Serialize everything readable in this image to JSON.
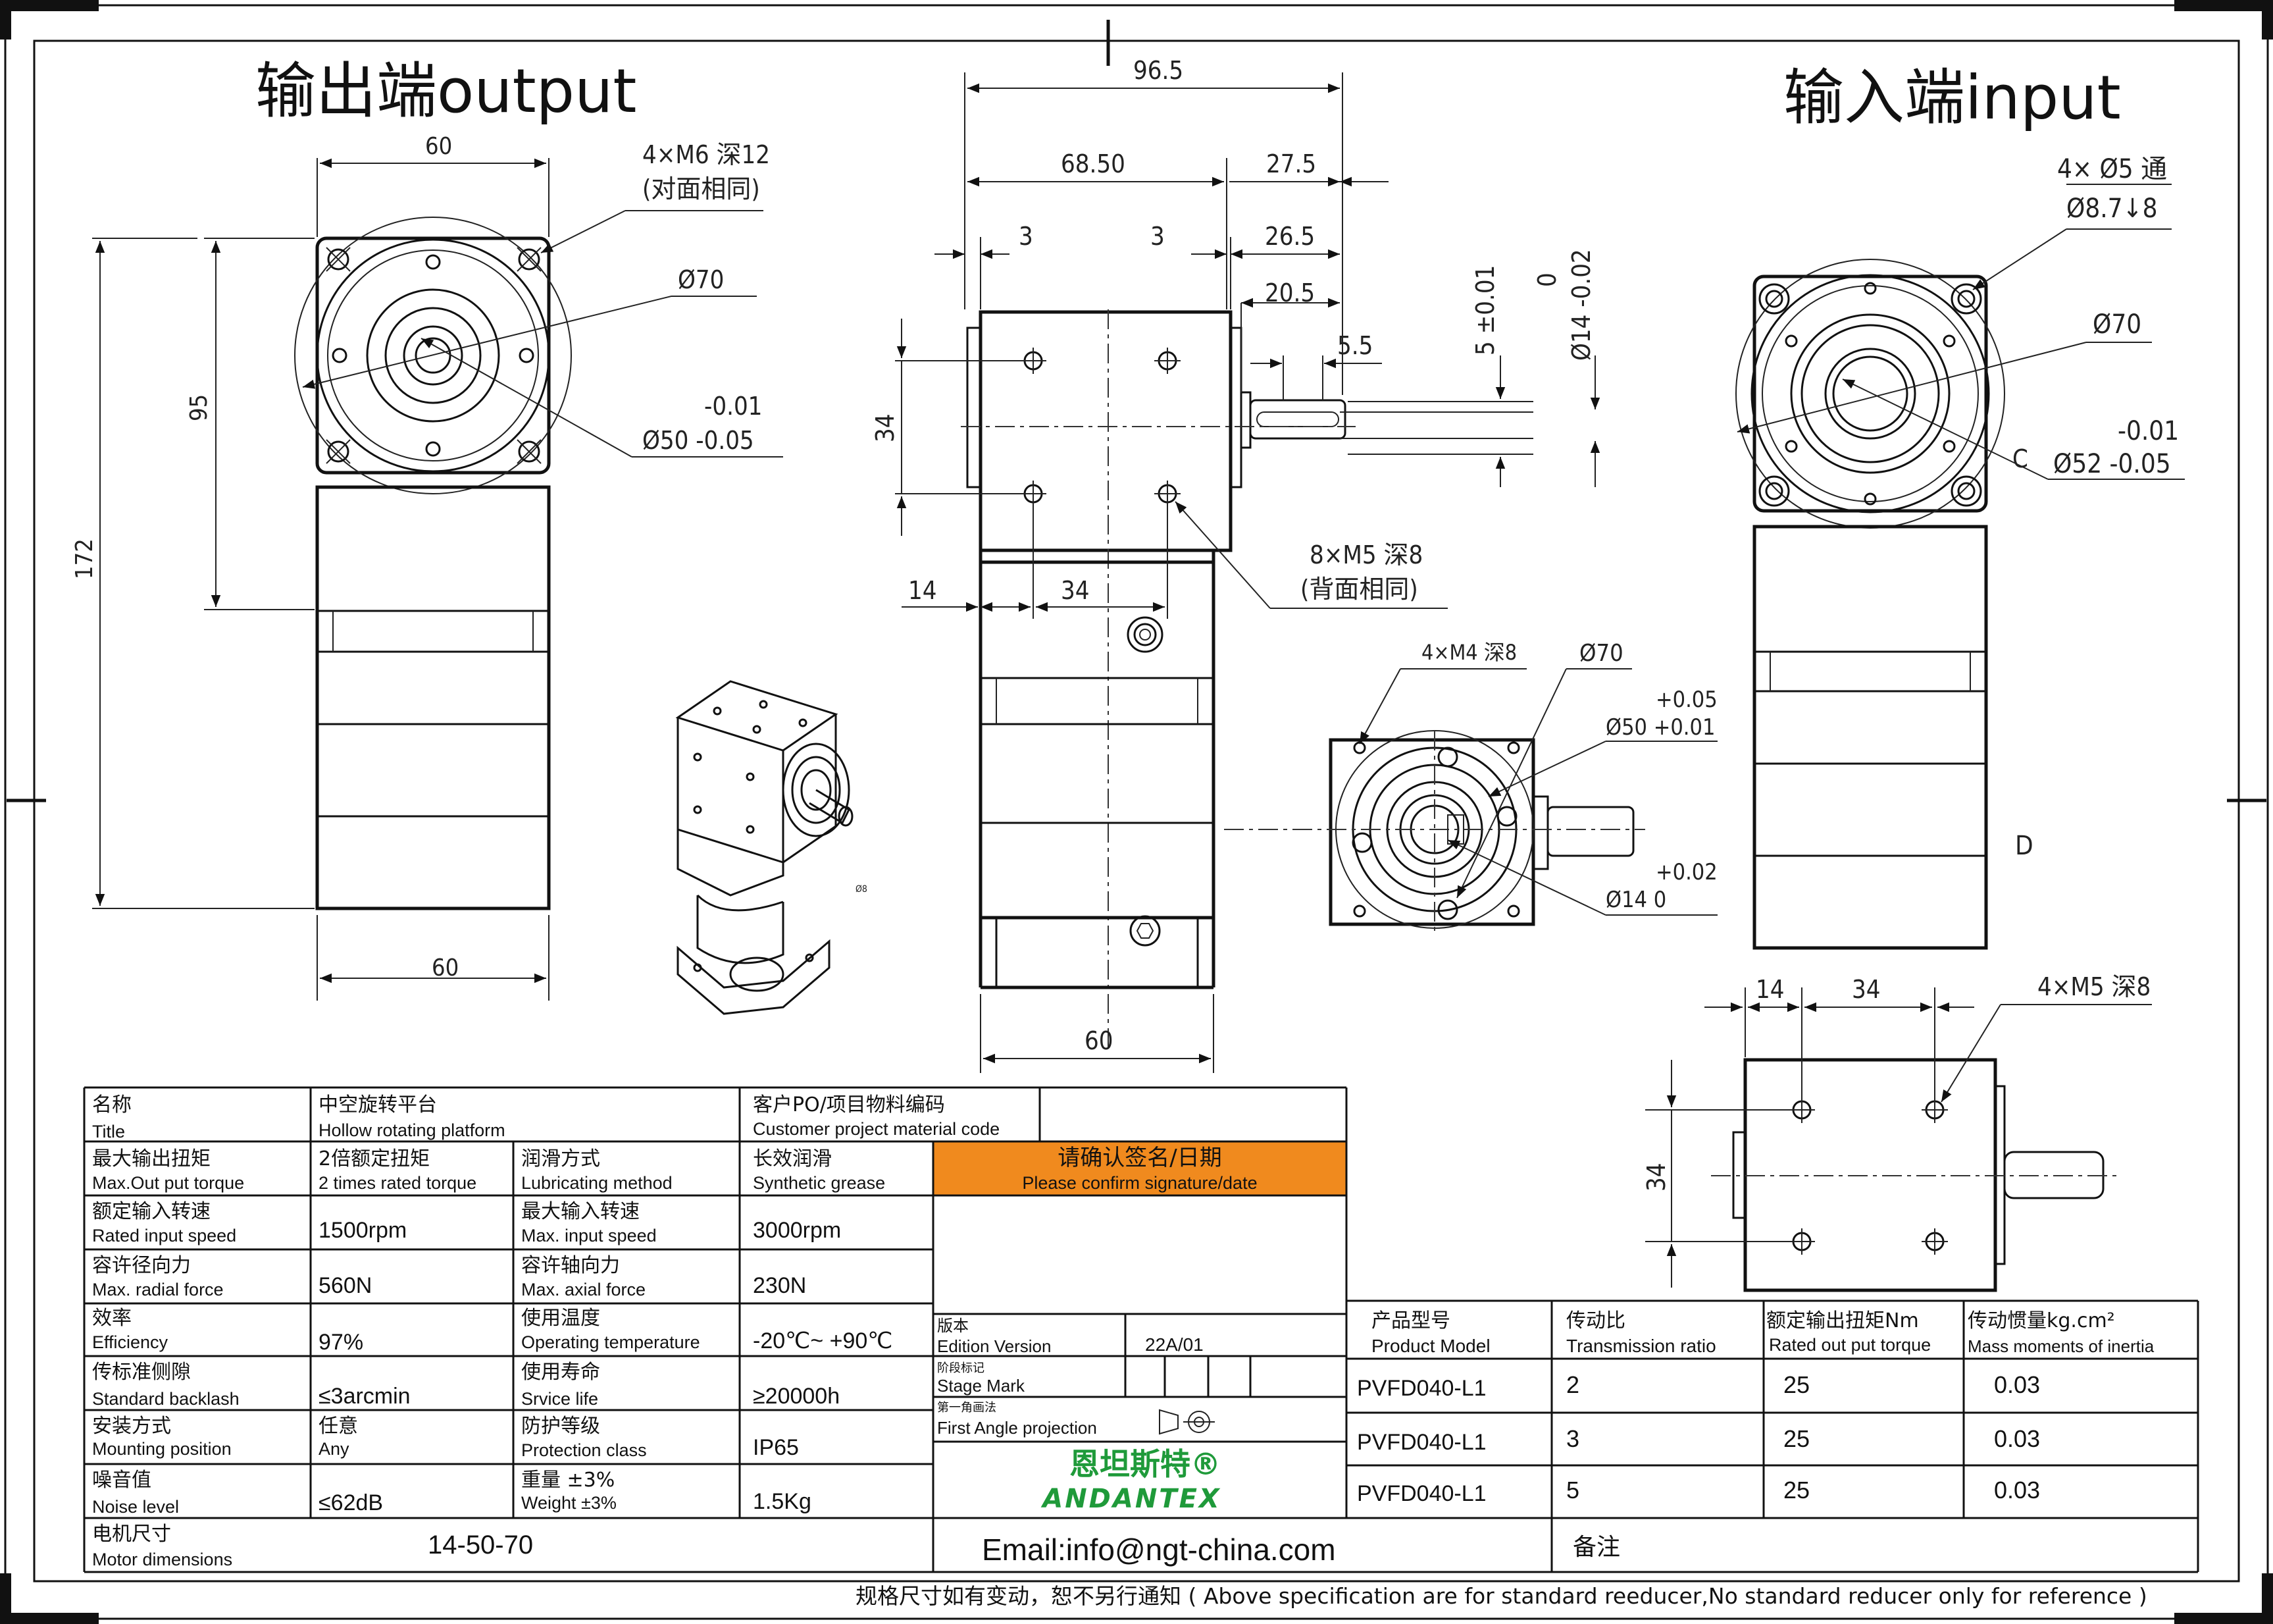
{
  "views": {
    "output_title": "输出端output",
    "input_title": "输入端input"
  },
  "dims": {
    "out_top_width": "60",
    "out_bolt": "4×M6 深12",
    "out_bolt_note": "(对面相同)",
    "out_pcd": "Ø70",
    "out_pilot_tol": "-0.01",
    "out_pilot": "Ø50 -0.05",
    "out_h95": "95",
    "out_h172": "172",
    "out_bottom_width": "60",
    "side_total": "96.5",
    "side_68": "68.50",
    "side_275": "27.5",
    "side_3a": "3",
    "side_3b": "3",
    "side_265": "26.5",
    "side_205": "20.5",
    "side_55": "5.5",
    "side_34v": "34",
    "side_14": "14",
    "side_34h": "34",
    "side_bolts": "8×M5 深8",
    "side_bolts_note": "(背面相同)",
    "side_bottom_60": "60",
    "key_width": "5 ±0.01",
    "shaft_tol_top": "0",
    "shaft_dia": "Ø14 -0.02",
    "in_holes": "4× Ø5 通",
    "in_cbore": "Ø8.7↓8",
    "in_pcd": "Ø70",
    "in_c": "C",
    "in_pilot_tol": "-0.01",
    "in_pilot": "Ø52 -0.05",
    "in_d": "D",
    "mid_bolts": "4×M4 深8",
    "mid_pcd": "Ø70",
    "mid_pilot_tol": "+0.05",
    "mid_pilot": "Ø50 +0.01",
    "mid_bore_tol": "+0.02",
    "mid_bore": "Ø14   0",
    "br_14": "14",
    "br_34": "34",
    "br_bolts": "4×M5 深8",
    "br_34v": "34"
  },
  "table": {
    "title_cn": "名称",
    "title_en": "Title",
    "title_val_cn": "中空旋转平台",
    "title_val_en": "Hollow rotating platform",
    "cust_cn": "客户PO/项目物料编码",
    "cust_en": "Customer project material code",
    "torque_cn": "最大输出扭矩",
    "torque_en": "Max.Out put torque",
    "torque_val_cn": "2倍额定扭矩",
    "torque_val_en": "2 times rated torque",
    "lub_cn": "润滑方式",
    "lub_en": "Lubricating method",
    "lub_val_cn": "长效润滑",
    "lub_val_en": "Synthetic grease",
    "confirm_cn": "请确认签名/日期",
    "confirm_en": "Please confirm signature/date",
    "speed_cn": "额定输入转速",
    "speed_en": "Rated input speed",
    "speed_val": "1500rpm",
    "maxspeed_cn": "最大输入转速",
    "maxspeed_en": "Max. input speed",
    "maxspeed_val": "3000rpm",
    "radial_cn": "容许径向力",
    "radial_en": "Max. radial force",
    "radial_val": "560N",
    "axial_cn": "容许轴向力",
    "axial_en": "Max. axial force",
    "axial_val": "230N",
    "eff_cn": "效率",
    "eff_en": "Efficiency",
    "eff_val": "97%",
    "temp_cn": "使用温度",
    "temp_en": "Operating temperature",
    "temp_val": "-20℃~ +90℃",
    "backlash_cn": "传标准侧隙",
    "backlash_en": "Standard backlash",
    "backlash_val": "≤3arcmin",
    "life_cn": "使用寿命",
    "life_en": "Srvice life",
    "life_val": "≥20000h",
    "mount_cn": "安装方式",
    "mount_en": "Mounting position",
    "mount_val_cn": "任意",
    "mount_val_en": "Any",
    "prot_cn": "防护等级",
    "prot_en": "Protection class",
    "prot_val": "IP65",
    "noise_cn": "噪音值",
    "noise_en": "Noise level",
    "noise_val": "≤62dB",
    "weight_cn": "重量 ±3%",
    "weight_en": "Weight ±3%",
    "weight_val": "1.5Kg",
    "motor_cn": "电机尺寸",
    "motor_en": "Motor dimensions",
    "motor_val": "14-50-70",
    "edition_cn": "版本",
    "edition_en": "Edition Version",
    "edition_val": "22A/01",
    "stage_cn": "阶段标记",
    "stage_en": "Stage Mark",
    "proj_cn": "第一角画法",
    "proj_en": "First Angle projection",
    "logo_cn": "恩坦斯特®",
    "logo_en": "ANDANTEX",
    "email": "Email:info@ngt-china.com",
    "remark": "备注",
    "hdr_model_cn": "产品型号",
    "hdr_model_en": "Product Model",
    "hdr_ratio_cn": "传动比",
    "hdr_ratio_en": "Transmission ratio",
    "hdr_torque_cn": "额定输出扭矩Nm",
    "hdr_torque_en": "Rated out put torque",
    "hdr_inertia_cn": "传动惯量kg.cm²",
    "hdr_inertia_en": "Mass moments of inertia",
    "rows": [
      {
        "model": "PVFD040-L1",
        "ratio": "2",
        "torque": "25",
        "inertia": "0.03"
      },
      {
        "model": "PVFD040-L1",
        "ratio": "3",
        "torque": "25",
        "inertia": "0.03"
      },
      {
        "model": "PVFD040-L1",
        "ratio": "5",
        "torque": "25",
        "inertia": "0.03"
      }
    ]
  },
  "footer": "规格尺寸如有变动，恕不另行通知  ( Above specification are for standard reeducer,No standard reducer only for reference )",
  "colors": {
    "confirm_fill": "#F08A1E",
    "logo_green": "#1F9A3A"
  }
}
